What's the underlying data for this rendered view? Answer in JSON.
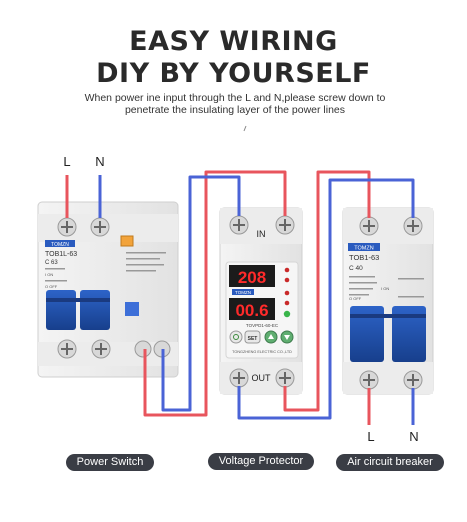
{
  "headline": {
    "line1": "EASY WIRING",
    "line2": "DIY BY YOURSELF"
  },
  "subtitle": {
    "line1": "When power ine input through the L and N,please screw down to",
    "line2": "penetrate the insulating layer of the power lines"
  },
  "inputs_left": {
    "l": "L",
    "n": "N"
  },
  "outputs_right": {
    "l": "L",
    "n": "N"
  },
  "power_switch": {
    "brand": "TOMZN",
    "model": "TOB1L-63",
    "rating": "C 63",
    "caption": "Power Switch",
    "on_label": "I ON",
    "off_label": "O OFF"
  },
  "voltage_protector": {
    "in_label": "IN",
    "out_label": "OUT",
    "display_top": "208",
    "display_bottom": "00.6",
    "brand": "TOMZN",
    "model": "TOVPD1-60-EC",
    "maker": "TONGZHENG ELECTRIC CO.,LTD",
    "set_label": "SET",
    "caption": "Voltage Protector"
  },
  "air_breaker": {
    "brand": "TOMZN",
    "model": "TOB1-63",
    "rating": "C 40",
    "on_label": "I ON",
    "off_label": "O OFF",
    "caption": "Air circuit breaker"
  },
  "colors": {
    "live_wire": "#e8555d",
    "neutral_wire": "#4a63d6",
    "toggle_blue": "#1f4fa8",
    "display_red": "#ff2a2a"
  }
}
